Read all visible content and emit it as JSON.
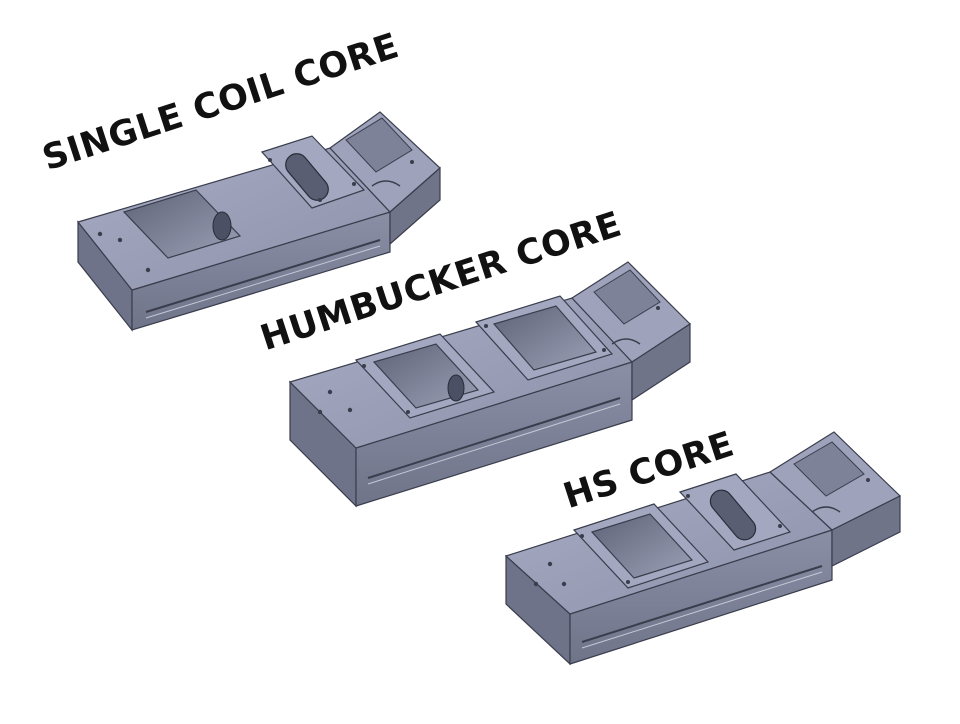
{
  "labels": {
    "single_coil": "SINGLE COIL CORE",
    "humbucker": "HUMBUCKER CORE",
    "hs": "HS CORE"
  },
  "colors": {
    "background": "#ffffff",
    "part_top": "#9a9fb8",
    "part_front": "#7e8399",
    "part_side": "#6b7086",
    "edge": "#3a3d4c",
    "label_text": "#111111"
  }
}
